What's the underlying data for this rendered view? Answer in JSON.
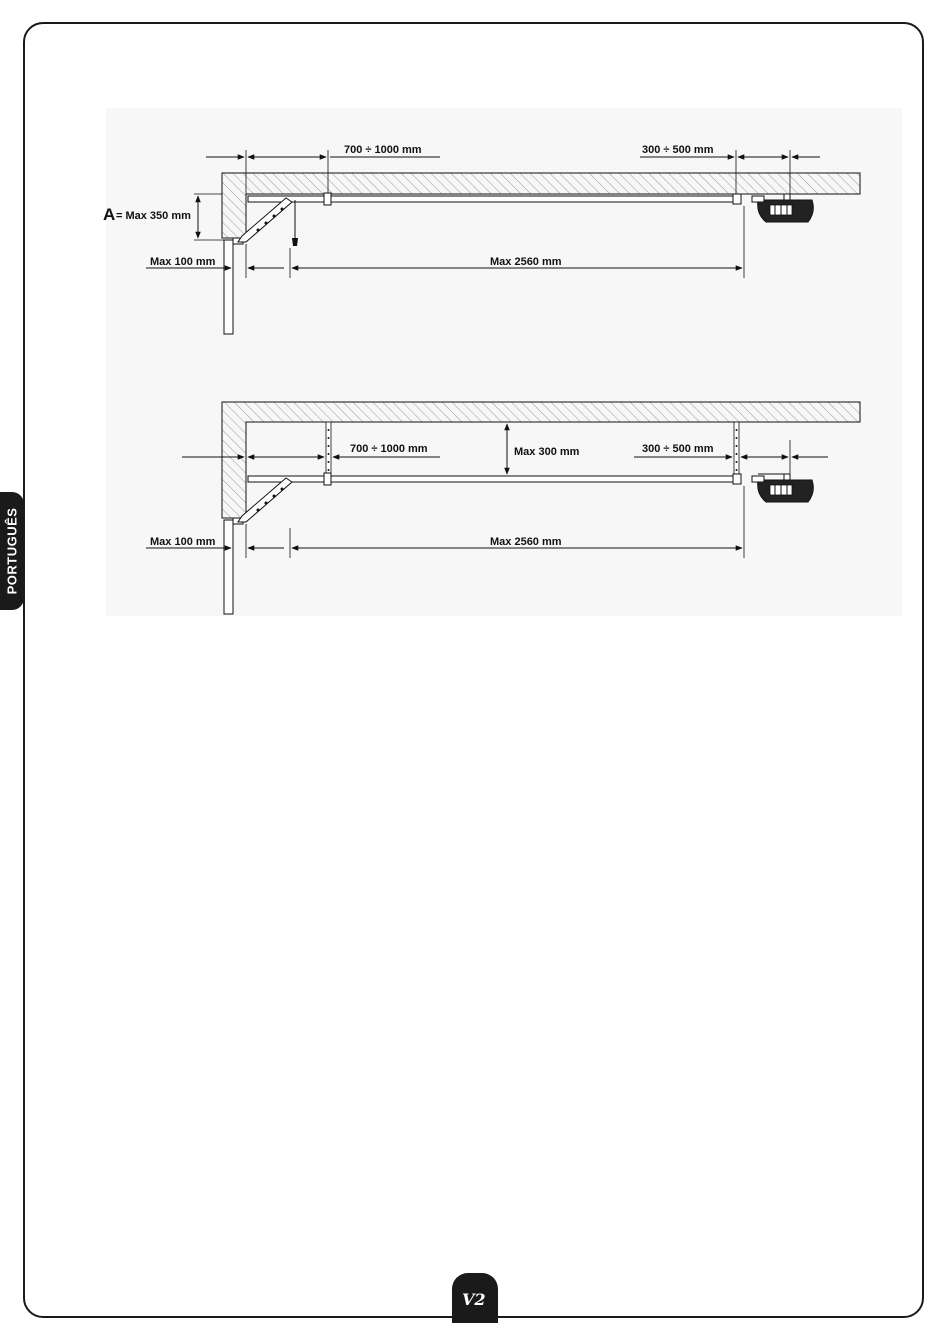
{
  "sidebar": {
    "language_label": "PORTUGUÊS"
  },
  "diagram_top": {
    "dim_a_letter": "A",
    "dim_a_value": "= Max 350 mm",
    "dim_track_offset": "700 ÷ 1000 mm",
    "dim_motor_offset": "300 ÷ 500 mm",
    "dim_door_gap": "Max 100 mm",
    "dim_track_length": "Max 2560 mm"
  },
  "diagram_bottom": {
    "dim_track_offset": "700 ÷ 1000 mm",
    "dim_hanger_height": "Max 300 mm",
    "dim_motor_offset": "300 ÷ 500 mm",
    "dim_door_gap": "Max 100 mm",
    "dim_track_length": "Max 2560 mm"
  },
  "footer": {
    "logo_text": "V2"
  },
  "colors": {
    "ink": "#111111",
    "frame": "#1a1a1a",
    "panel": "#f7f7f7",
    "hatch": "#9a9a9a"
  }
}
